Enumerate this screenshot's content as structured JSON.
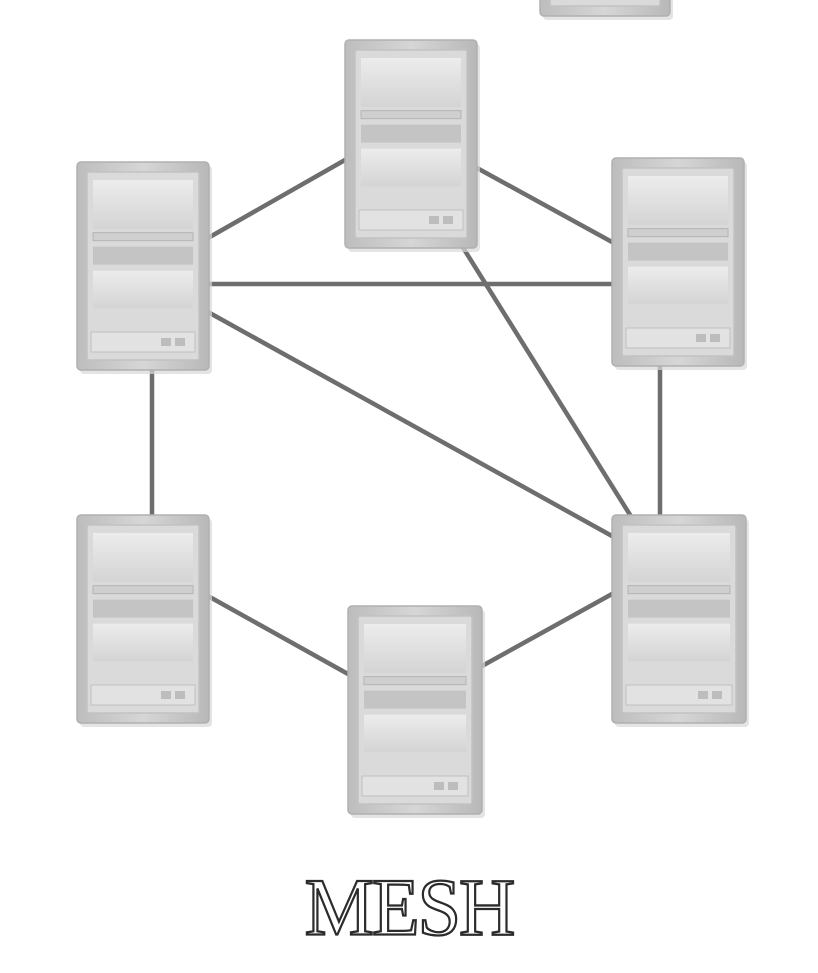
{
  "caption": "MESH",
  "colors": {
    "link": "#6e6e6e",
    "node_frame": "#c9c9c9",
    "node_face": "#e3e3e3",
    "background": "#ffffff"
  },
  "node_icon": "server-tower-icon",
  "nodes": [
    "server-partial-top",
    "server-top",
    "server-upper-left",
    "server-upper-right",
    "server-lower-left",
    "server-bottom",
    "server-lower-right"
  ],
  "links": [
    [
      "server-upper-left",
      "server-top"
    ],
    [
      "server-top",
      "server-upper-right"
    ],
    [
      "server-upper-left",
      "server-upper-right"
    ],
    [
      "server-upper-left",
      "server-lower-right"
    ],
    [
      "server-top",
      "server-lower-right"
    ],
    [
      "server-upper-right",
      "server-lower-right"
    ],
    [
      "server-upper-left",
      "server-lower-left"
    ],
    [
      "server-lower-left",
      "server-bottom"
    ],
    [
      "server-bottom",
      "server-lower-right"
    ]
  ]
}
